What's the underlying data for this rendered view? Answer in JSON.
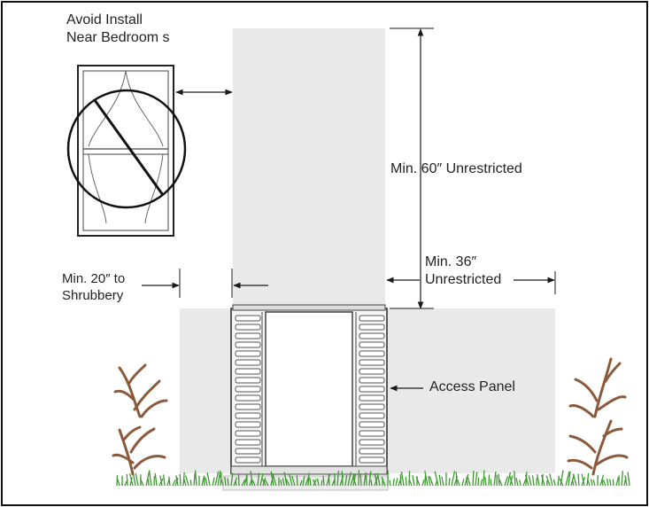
{
  "labels": {
    "avoid_line1": "Avoid Install",
    "avoid_line2": "Near Bedroom s",
    "min60": "Min. 60″   Unrestricted",
    "min36_line1": "Min. 36″",
    "min36_line2": "Unrestricted",
    "min20_line1": "Min. 20″   to",
    "min20_line2": "Shrubbery",
    "access_panel": "Access Panel"
  },
  "colors": {
    "clearance_zone": "#e9e9e9",
    "line": "#1a1a1a",
    "grass": "#3c9a2e",
    "shrub": "#8b5a3c"
  },
  "icons": [
    "window-icon",
    "no-symbol-icon",
    "ac-unit-icon",
    "shrub-icon",
    "grass-icon"
  ]
}
